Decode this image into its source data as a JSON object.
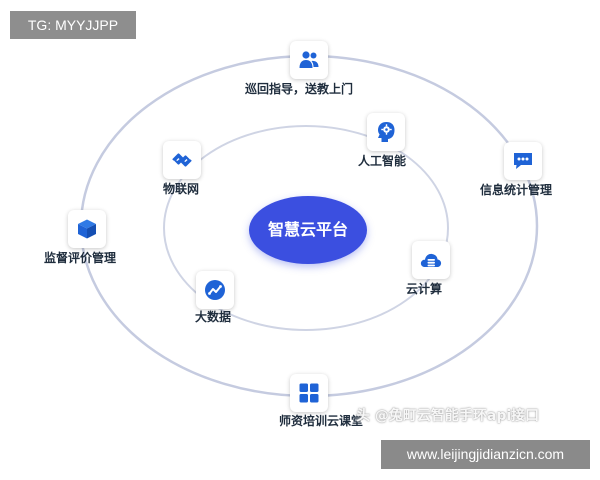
{
  "tag_text": "TG: MYYJJPP",
  "center_label": "智慧云平台",
  "outer_nodes": {
    "tour": "巡回指导，送教上门",
    "info": "信息统计管理",
    "teacher": "师资培训云课堂",
    "supervise": "监督评价管理"
  },
  "inner_nodes": {
    "ai": "人工智能",
    "iot": "物联网",
    "cloud": "云计算",
    "bigdata": "大数据"
  },
  "watermark_text": "头 @兔町云智能手环api接口",
  "site_text": "www.leijingjidianzicn.com",
  "colors": {
    "accent": "#3b4fe0",
    "icon_blue": "#1f63d6",
    "ring": "#c5cbe0"
  },
  "icons": {
    "tour": "people-icon",
    "ai": "ai-head-icon",
    "iot": "iot-link-icon",
    "info": "chat-dots-icon",
    "supervise": "cube-icon",
    "cloud": "cloud-server-icon",
    "bigdata": "data-line-icon",
    "teacher": "grid-icon"
  }
}
